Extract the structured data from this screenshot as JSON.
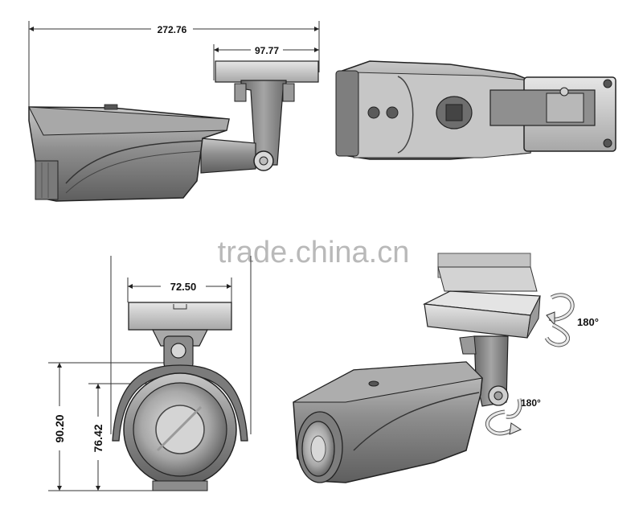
{
  "dimensions": {
    "total_length": "272.76",
    "bracket_length": "97.77",
    "bracket_width": "72.50",
    "total_height": "90.20",
    "housing_height": "76.42"
  },
  "rotation": {
    "pan": "180°",
    "tilt": "180°"
  },
  "watermark": "trade.china.cn",
  "colors": {
    "body": "#8a8a8a",
    "body_dark": "#5a5a5a",
    "body_light": "#b4b4b4",
    "outline": "#222222"
  }
}
